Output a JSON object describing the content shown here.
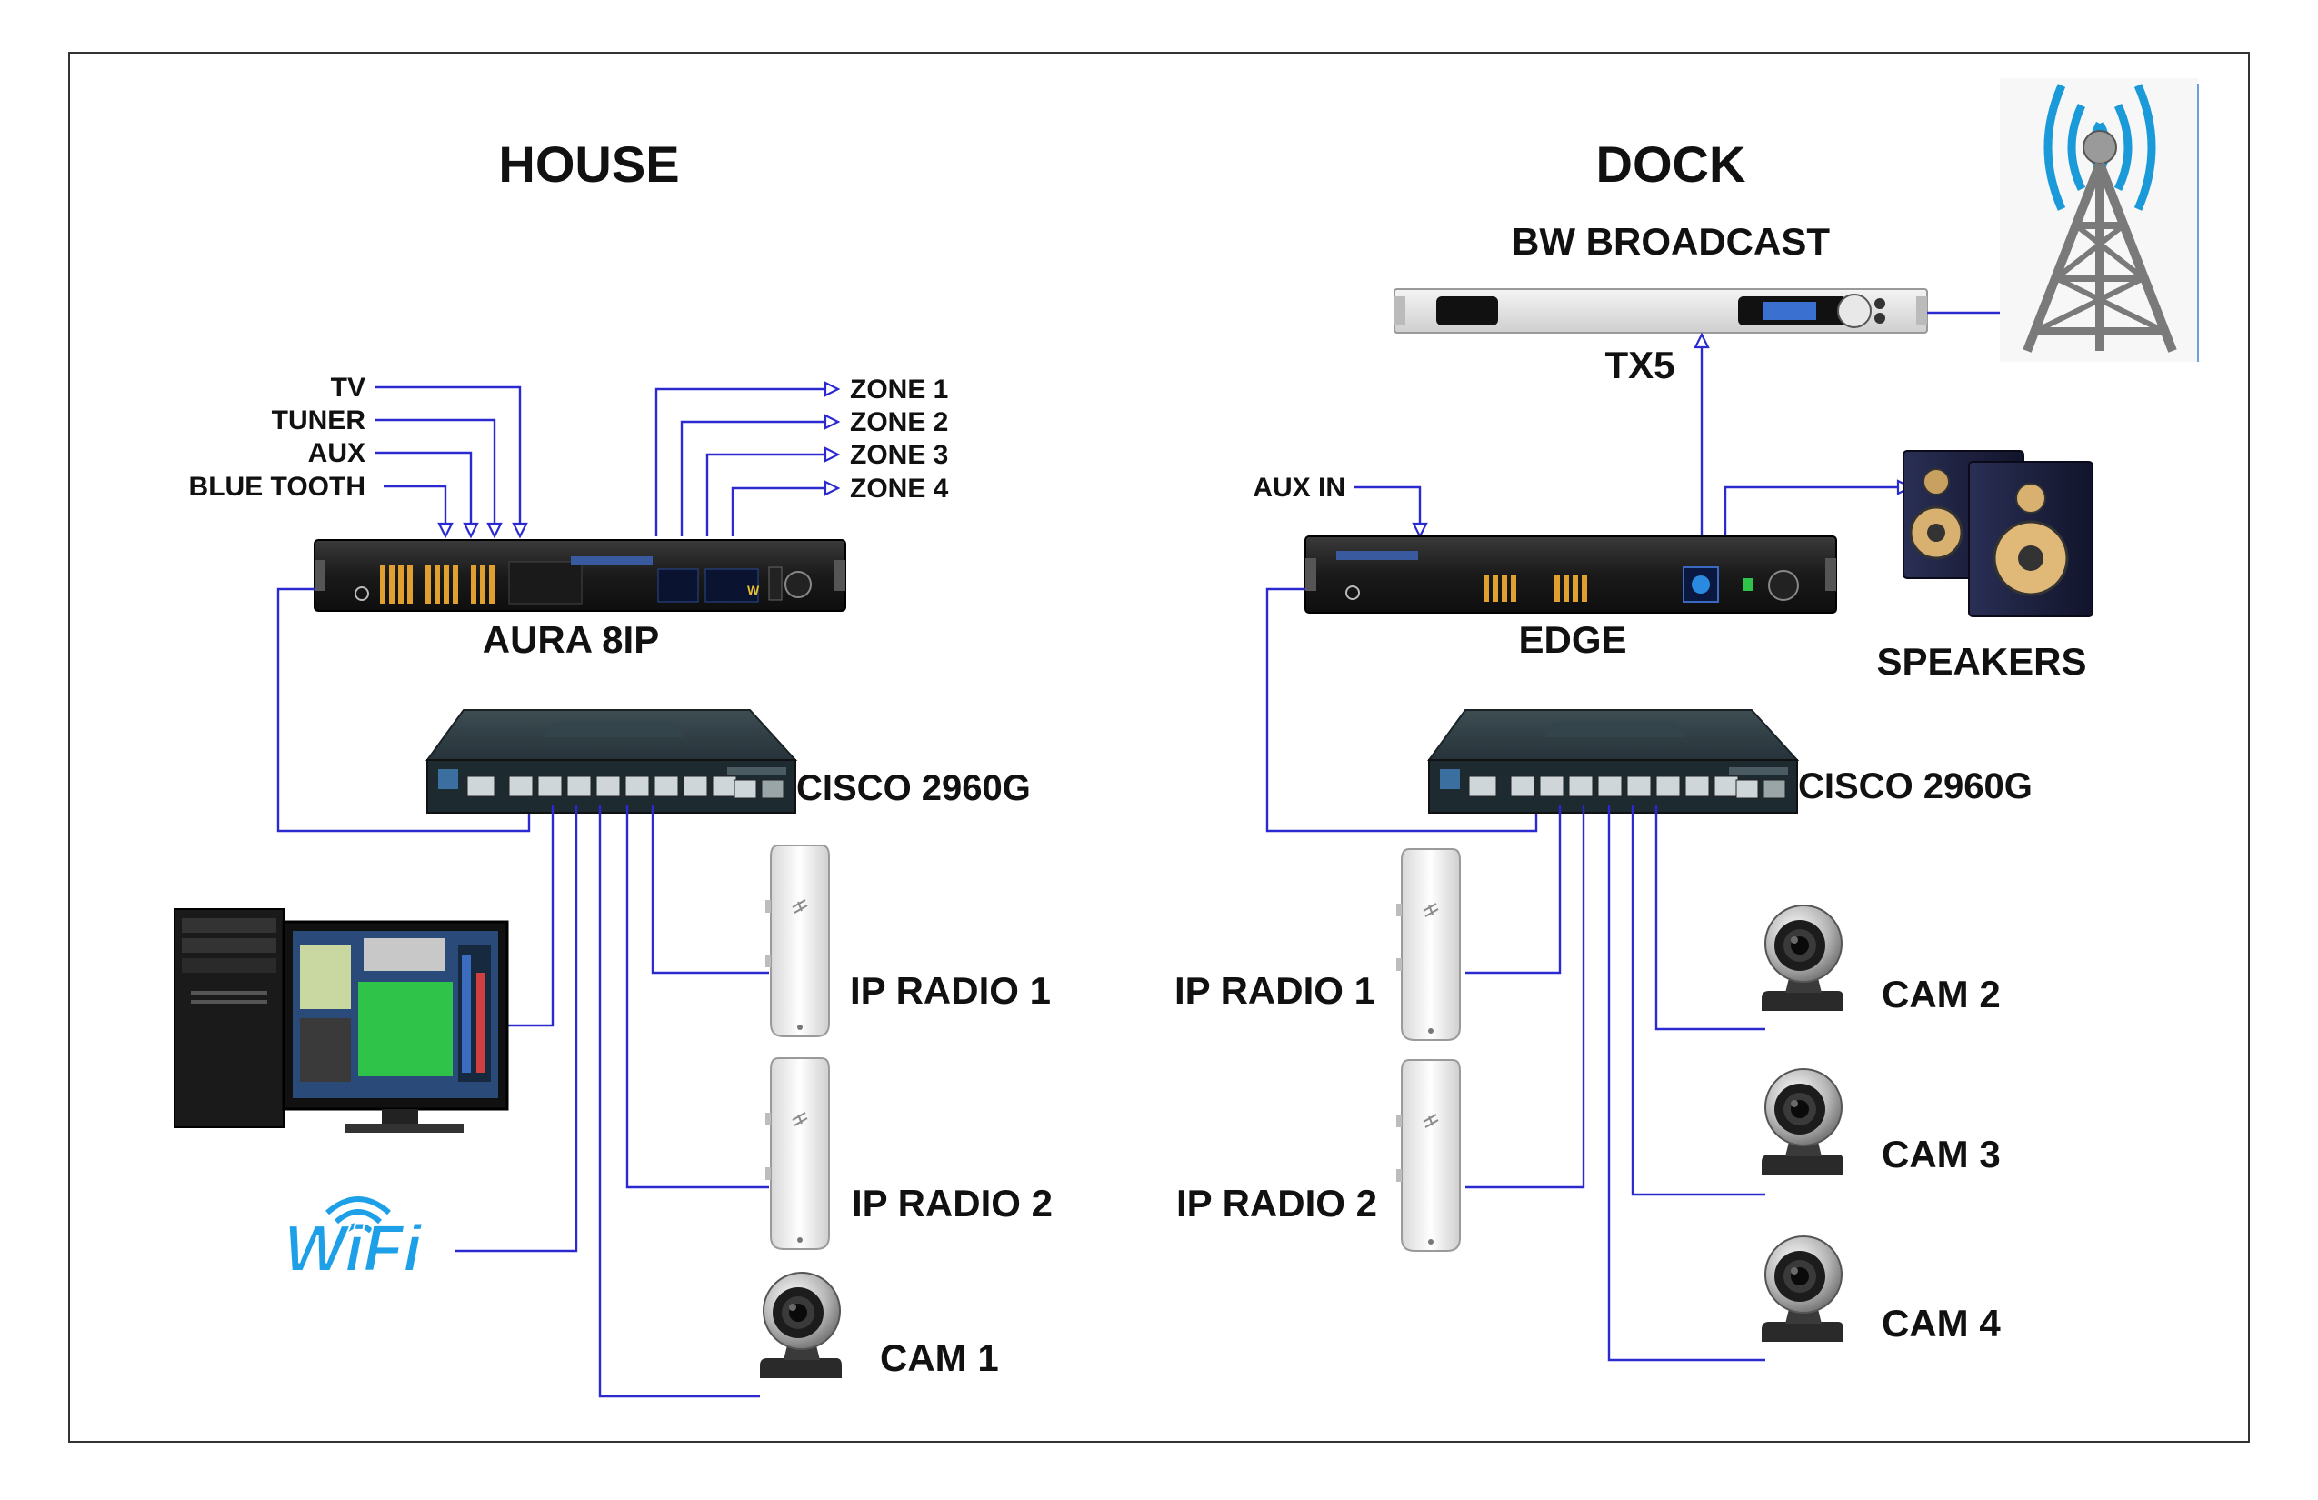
{
  "sections": {
    "house": "HOUSE",
    "dock": "DOCK"
  },
  "house": {
    "inputs": [
      "TV",
      "TUNER",
      "AUX",
      "BLUE TOOTH"
    ],
    "zones": [
      "ZONE 1",
      "ZONE 2",
      "ZONE 3",
      "ZONE 4"
    ],
    "processor": "AURA 8IP",
    "switch": "CISCO 2960G",
    "radio1": "IP RADIO 1",
    "radio2": "IP RADIO 2",
    "cam1": "CAM 1",
    "wifi": "WiFi"
  },
  "dock": {
    "transmitter_brand": "BW BROADCAST",
    "transmitter": "TX5",
    "aux_in": "AUX IN",
    "processor": "EDGE",
    "speakers": "SPEAKERS",
    "switch": "CISCO 2960G",
    "radio1": "IP RADIO 1",
    "radio2": "IP RADIO 2",
    "cam2": "CAM 2",
    "cam3": "CAM 3",
    "cam4": "CAM 4"
  },
  "colors": {
    "wire": "#2a2ad0",
    "wifi": "#1ea0e8",
    "antenna_waves": "#1a9ad8"
  },
  "icons": [
    "audio-processor",
    "network-switch",
    "outdoor-radio",
    "webcam",
    "computer",
    "wifi-logo",
    "speaker",
    "radio-tower",
    "fm-transmitter"
  ]
}
